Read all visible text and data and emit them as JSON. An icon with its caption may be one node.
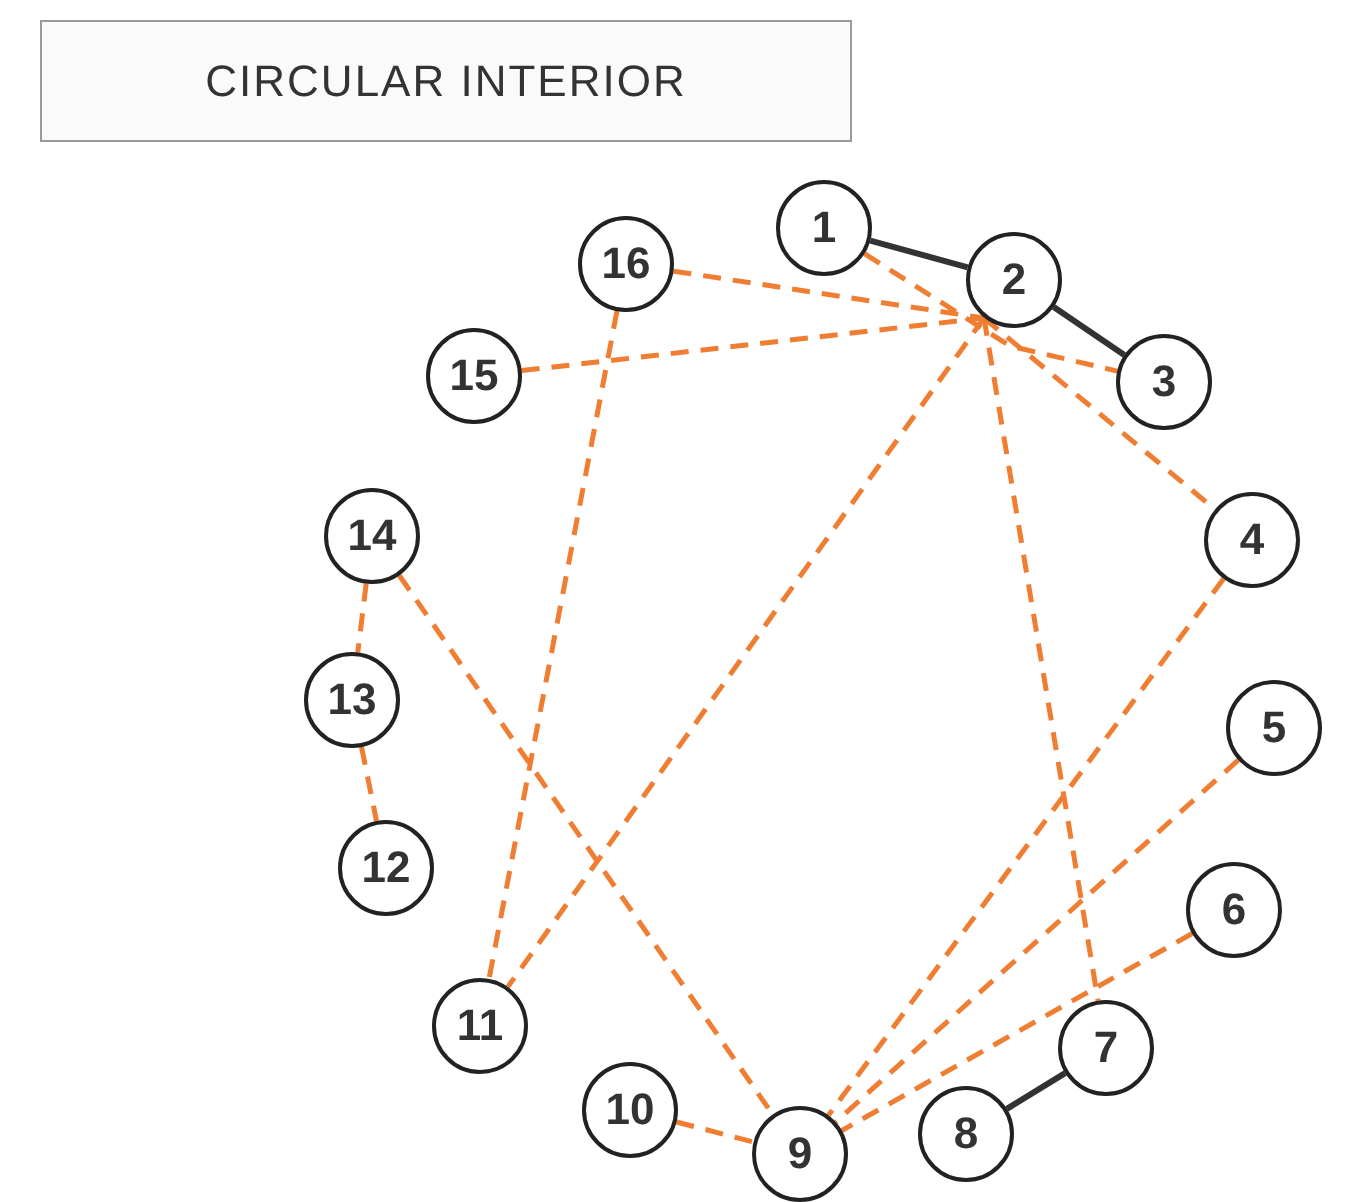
{
  "diagram": {
    "title": "CIRCULAR INTERIOR",
    "nodes": [
      {
        "text": [
          "1"
        ]
      },
      {
        "text": [
          "2"
        ]
      },
      {
        "text": [
          "3"
        ]
      },
      {
        "text": [
          "4"
        ]
      },
      {
        "text": [
          "5"
        ]
      },
      {
        "text": [
          "6"
        ]
      },
      {
        "text": [
          "7"
        ]
      },
      {
        "text": [
          "8"
        ]
      },
      {
        "text": [
          "9"
        ]
      },
      {
        "text": [
          "10"
        ]
      },
      {
        "text": [
          "11"
        ]
      },
      {
        "text": [
          "12"
        ]
      },
      {
        "text": [
          "13"
        ]
      },
      {
        "text": [
          "14"
        ]
      },
      {
        "text": [
          "15"
        ]
      },
      {
        "text": [
          "16"
        ]
      }
    ],
    "edges": [
      {
        "from": 0,
        "to": 1,
        "arrow": "none",
        "color": "#333333"
      },
      {
        "from": 1,
        "to": 2,
        "arrow": "none",
        "color": "#333333"
      },
      {
        "from": 6,
        "to": 7,
        "arrow": "none",
        "color": "#333333"
      },
      {
        "from": 0,
        "to": 2,
        "arrow": "none",
        "style": "dashed",
        "color": "#ef7d32"
      },
      {
        "from": 1,
        "to": 3,
        "arrow": "none",
        "style": "dashed",
        "color": "#ef7d32"
      },
      {
        "from": 15,
        "to": 1,
        "arrow": "none",
        "style": "dashed",
        "color": "#ef7d32"
      },
      {
        "from": 14,
        "to": 1,
        "arrow": "none",
        "style": "dashed",
        "color": "#ef7d32"
      },
      {
        "from": 15,
        "to": 10,
        "arrow": "none",
        "style": "dashed",
        "color": "#ef7d32"
      },
      {
        "from": 1,
        "to": 10,
        "arrow": "none",
        "style": "dashed",
        "color": "#ef7d32"
      },
      {
        "from": 1,
        "to": 6,
        "arrow": "none",
        "style": "dashed",
        "color": "#ef7d32"
      },
      {
        "from": 13,
        "to": 8,
        "arrow": "none",
        "style": "dashed",
        "color": "#ef7d32"
      },
      {
        "from": 13,
        "to": 12,
        "arrow": "none",
        "style": "dashed",
        "color": "#ef7d32"
      },
      {
        "from": 12,
        "to": 11,
        "arrow": "none",
        "style": "dashed",
        "color": "#ef7d32"
      },
      {
        "from": 3,
        "to": 8,
        "arrow": "none",
        "style": "dashed",
        "color": "#ef7d32"
      },
      {
        "from": 4,
        "to": 8,
        "arrow": "none",
        "style": "dashed",
        "color": "#ef7d32"
      },
      {
        "from": 5,
        "to": 8,
        "arrow": "none",
        "style": "dashed",
        "color": "#ef7d32"
      },
      {
        "from": 9,
        "to": 8,
        "arrow": "none",
        "style": "dashed",
        "color": "#ef7d32"
      }
    ]
  }
}
